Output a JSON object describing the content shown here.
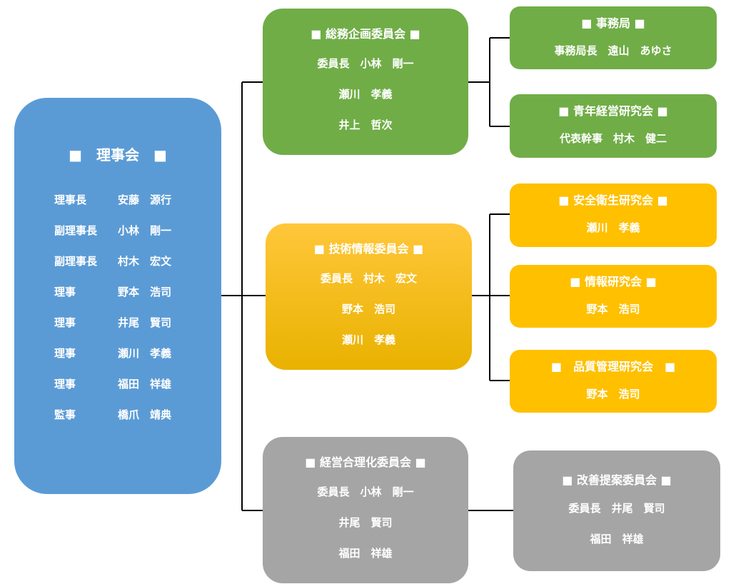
{
  "board": {
    "title": "■　理事会　■",
    "members": [
      {
        "role": "理事長",
        "name": "安藤　源行"
      },
      {
        "role": "副理事長",
        "name": "小林　剛一"
      },
      {
        "role": "副理事長",
        "name": "村木　宏文"
      },
      {
        "role": "理事",
        "name": "野本　浩司"
      },
      {
        "role": "理事",
        "name": "井尾　賢司"
      },
      {
        "role": "理事",
        "name": "瀬川　孝義"
      },
      {
        "role": "理事",
        "name": "福田　祥雄"
      },
      {
        "role": "監事",
        "name": "橋爪　靖典"
      }
    ]
  },
  "committees": {
    "general": {
      "title": "■ 総務企画委員会 ■",
      "lines": [
        "委員長　小林　剛一",
        "瀬川　孝義",
        "井上　哲次"
      ]
    },
    "tech": {
      "title": "■ 技術情報委員会 ■",
      "lines": [
        "委員長　村木　宏文",
        "野本　浩司",
        "瀬川　孝義"
      ]
    },
    "mgmt": {
      "title": "■ 経営合理化委員会 ■",
      "lines": [
        "委員長　小林　剛一",
        "井尾　賢司",
        "福田　祥雄"
      ]
    }
  },
  "subs": {
    "secretariat": {
      "title": "■ 事務局 ■",
      "lines": [
        "事務局長　遠山　あゆさ"
      ]
    },
    "youth": {
      "title": "■ 青年経営研究会 ■",
      "lines": [
        "代表幹事　村木　健二"
      ]
    },
    "safety": {
      "title": "■ 安全衛生研究会 ■",
      "lines": [
        "瀬川　孝義"
      ]
    },
    "info": {
      "title": "■ 情報研究会 ■",
      "lines": [
        "野本　浩司"
      ]
    },
    "quality": {
      "title": "■　品質管理研究会　■",
      "lines": [
        "野本　浩司"
      ]
    },
    "improvement": {
      "title": "■ 改善提案委員会 ■",
      "lines": [
        "委員長　井尾　賢司",
        "福田　祥雄"
      ]
    }
  },
  "colors": {
    "board": "#5b9bd5",
    "general": "#70ad47",
    "tech": "#ffc000",
    "mgmt": "#a5a5a5",
    "line": "#000000"
  }
}
